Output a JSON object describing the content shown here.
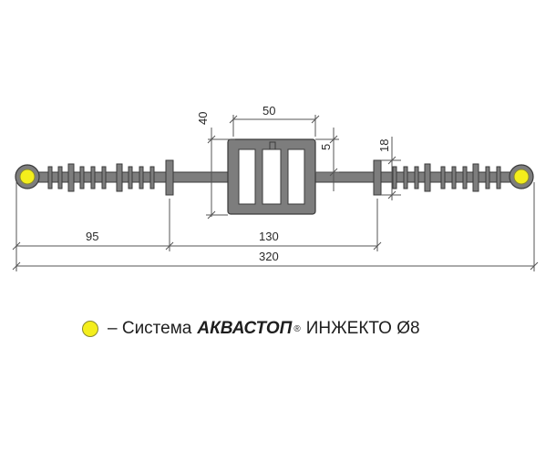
{
  "dimensions": {
    "d40": "40",
    "d50": "50",
    "d5": "5",
    "d18": "18",
    "d95": "95",
    "d130": "130",
    "d320": "320"
  },
  "legend": {
    "prefix": "– Система",
    "brand": "АКВАСТОП",
    "registered": "®",
    "suffix": "ИНЖЕКТО Ø8",
    "marker_color": "#f4ee1c"
  },
  "colors": {
    "profile_fill": "#7d7d7d",
    "profile_stroke": "#3a3a3a",
    "dimension_line": "#555555"
  }
}
